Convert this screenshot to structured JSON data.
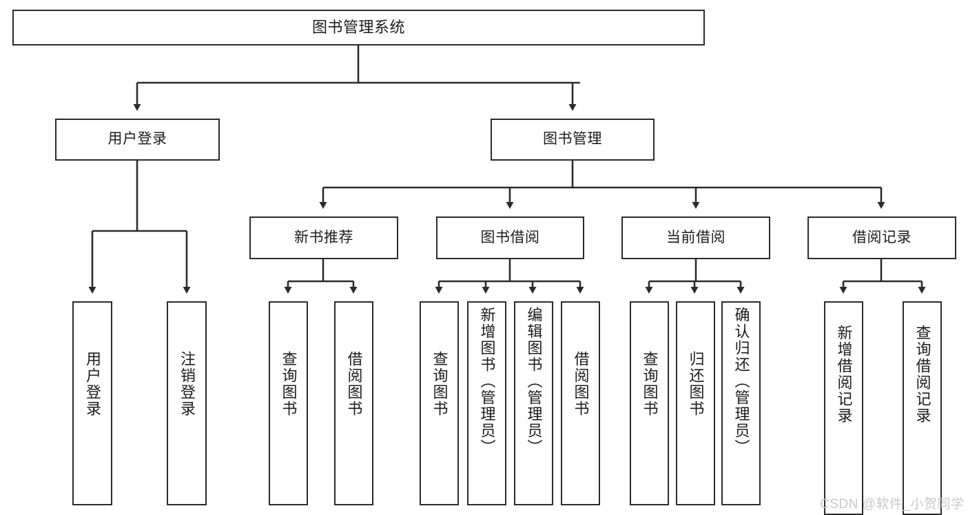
{
  "diagram": {
    "title": "图书管理系统",
    "type": "tree-hierarchy-chart",
    "root": {
      "label": "图书管理系统"
    },
    "level1": [
      {
        "label": "用户登录"
      },
      {
        "label": "图书管理"
      }
    ],
    "level2": [
      {
        "label": "新书推荐"
      },
      {
        "label": "图书借阅"
      },
      {
        "label": "当前借阅"
      },
      {
        "label": "借阅记录"
      }
    ],
    "leaves": {
      "user_login": [
        {
          "label": "用户登录"
        },
        {
          "label": "注销登录"
        }
      ],
      "new_book_recommend": [
        {
          "label": "查询图书"
        },
        {
          "label": "借阅图书"
        }
      ],
      "book_borrow": [
        {
          "label": "查询图书"
        },
        {
          "label": "新增图书（管理员）"
        },
        {
          "label": "编辑图书（管理员）"
        },
        {
          "label": "借阅图书"
        }
      ],
      "current_borrow": [
        {
          "label": "查询图书"
        },
        {
          "label": "归还图书"
        },
        {
          "label": "确认归还（管理员）"
        }
      ],
      "borrow_record": [
        {
          "label": "新增借阅记录"
        },
        {
          "label": "查询借阅记录"
        }
      ]
    }
  },
  "watermark": {
    "text": "CSDN @软件_小贺同学"
  },
  "colors": {
    "stroke": "#2b2b2b",
    "fill": "#ffffff",
    "text": "#1c1c1c",
    "watermark": "#c9c9c9"
  }
}
